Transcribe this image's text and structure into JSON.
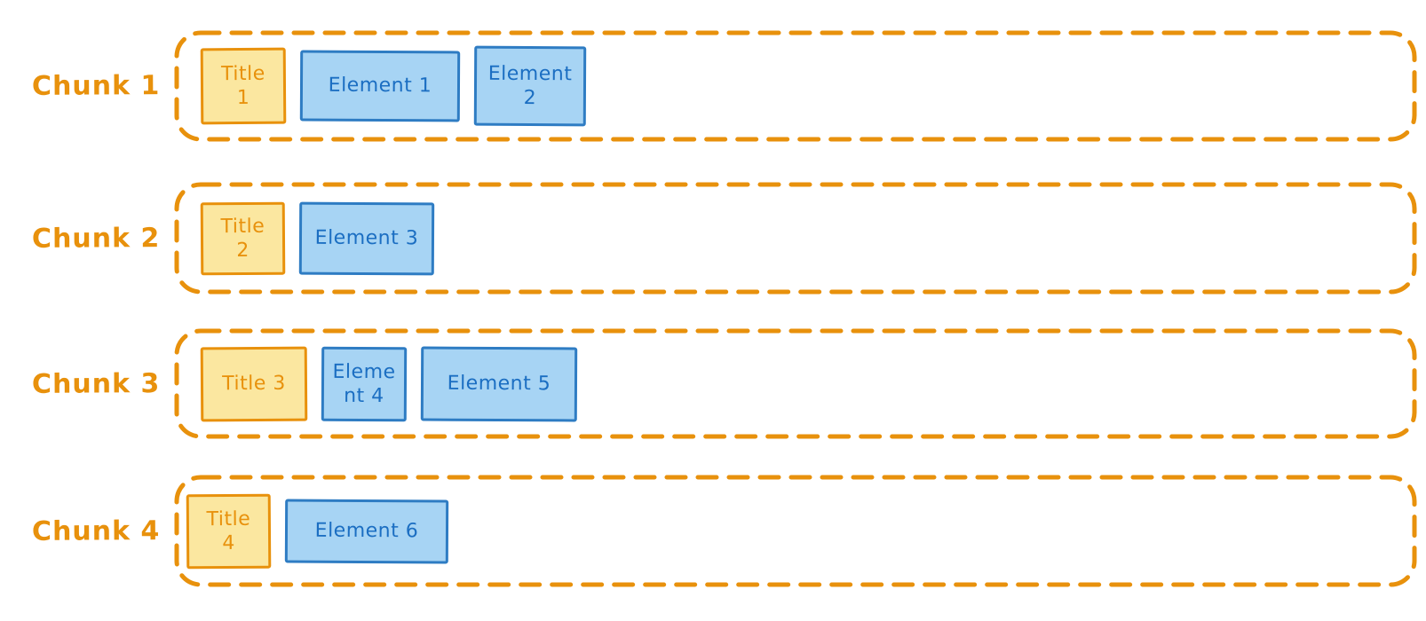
{
  "diagram": {
    "description": "Document chunking diagram with four chunks, each containing a title box and element boxes",
    "colors": {
      "orange_accent": "#E8910C",
      "title_fill": "#FBE7A0",
      "element_fill": "#A7D4F4",
      "element_border": "#2E7CC3",
      "element_text": "#1B6EC2"
    },
    "chunks": [
      {
        "label": "Chunk 1",
        "title": "Title 1",
        "elements": [
          "Element 1",
          "Element 2"
        ]
      },
      {
        "label": "Chunk 2",
        "title": "Title 2",
        "elements": [
          "Element 3"
        ]
      },
      {
        "label": "Chunk 3",
        "title": "Title 3",
        "elements": [
          "Element 4",
          "Element 5"
        ]
      },
      {
        "label": "Chunk 4",
        "title": "Title 4",
        "elements": [
          "Element 6"
        ]
      }
    ]
  }
}
